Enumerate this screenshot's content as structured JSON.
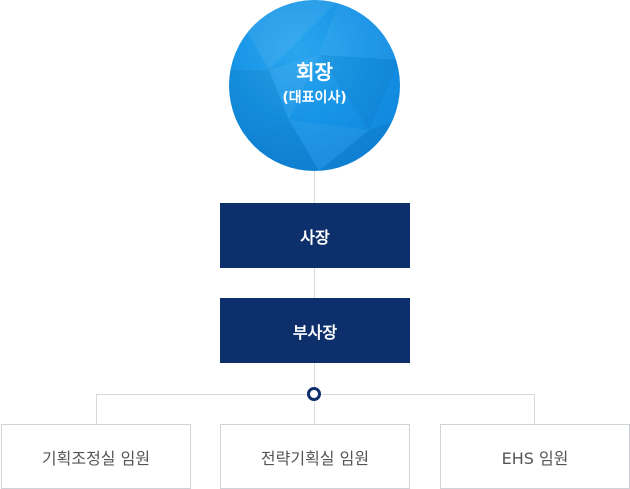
{
  "chairman": {
    "title": "회장",
    "subtitle": "(대표이사)"
  },
  "president": {
    "label": "사장"
  },
  "vice_president": {
    "label": "부사장"
  },
  "departments": [
    {
      "label": "기획조정실 임원"
    },
    {
      "label": "전략기획실 임원"
    },
    {
      "label": "EHS 임원"
    }
  ],
  "colors": {
    "circle_blue": "#1693e6",
    "navy": "#0d2f6c",
    "connector": "#d6d9de",
    "leaf_border": "#cfd3d8",
    "leaf_text": "#555555"
  }
}
